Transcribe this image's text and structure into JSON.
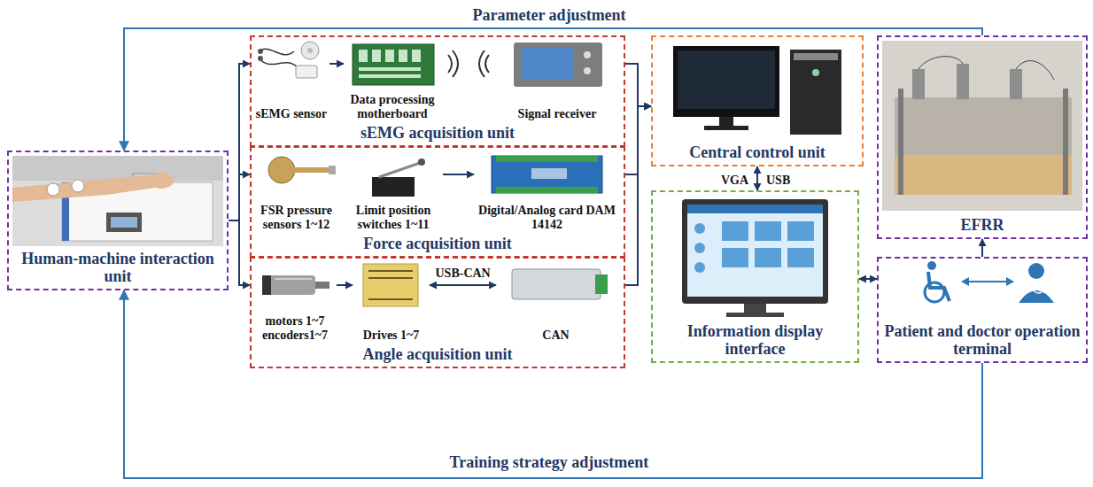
{
  "diagram": {
    "nodes": [
      {
        "text": [
          "Human-machine interaction unit"
        ]
      },
      {
        "text": [
          "sEMG acquisition unit"
        ]
      },
      {
        "text": [
          "sEMG sensor"
        ],
        "in": 1
      },
      {
        "text": [
          "Data processing motherboard"
        ],
        "in": 1
      },
      {
        "text": [
          "Signal receiver"
        ],
        "in": 1
      },
      {
        "text": [
          "Force acquisition unit"
        ]
      },
      {
        "text": [
          "FSR pressure sensors 1~12"
        ],
        "in": 5
      },
      {
        "text": [
          "Limit position switches 1~11"
        ],
        "in": 5
      },
      {
        "text": [
          "Digital/Analog card DAM 14142"
        ],
        "in": 5
      },
      {
        "text": [
          "Angle acquisition unit"
        ]
      },
      {
        "text": [
          "motors 1~7 encoders1~7"
        ],
        "in": 9
      },
      {
        "text": [
          "Drives 1~7"
        ],
        "in": 9
      },
      {
        "text": [
          "CAN"
        ],
        "in": 9
      },
      {
        "text": [
          "Central control unit"
        ]
      },
      {
        "text": [
          "Information display interface"
        ]
      },
      {
        "text": [
          "EFRR"
        ]
      },
      {
        "text": [
          "Patient and doctor operation terminal"
        ]
      }
    ],
    "edges": [
      {
        "from": 0,
        "to": 1,
        "arrow": "to"
      },
      {
        "from": 0,
        "to": 5,
        "arrow": "to"
      },
      {
        "from": 0,
        "to": 9,
        "arrow": "to"
      },
      {
        "from": 2,
        "to": 3,
        "arrow": "to"
      },
      {
        "from": 7,
        "to": 8,
        "arrow": "to"
      },
      {
        "from": 10,
        "to": 11,
        "arrow": "to"
      },
      {
        "from": 11,
        "to": 12,
        "label": "USB-CAN",
        "arrow": "both"
      },
      {
        "from": 1,
        "to": 13,
        "arrow": "to"
      },
      {
        "from": 5,
        "to": 13,
        "arrow": "to"
      },
      {
        "from": 9,
        "to": 13,
        "arrow": "to"
      },
      {
        "from": 13,
        "to": 14,
        "arrow": "both"
      },
      {
        "from": 14,
        "to": 16,
        "arrow": "both"
      },
      {
        "from": 16,
        "to": 15,
        "arrow": "to"
      },
      {
        "from": 15,
        "to": 0,
        "label": "Parameter adjustment",
        "arrow": "to"
      },
      {
        "from": 16,
        "to": 0,
        "label": "Training strategy adjustment",
        "arrow": "to"
      }
    ],
    "labels": [
      "VGA",
      "USB"
    ]
  }
}
